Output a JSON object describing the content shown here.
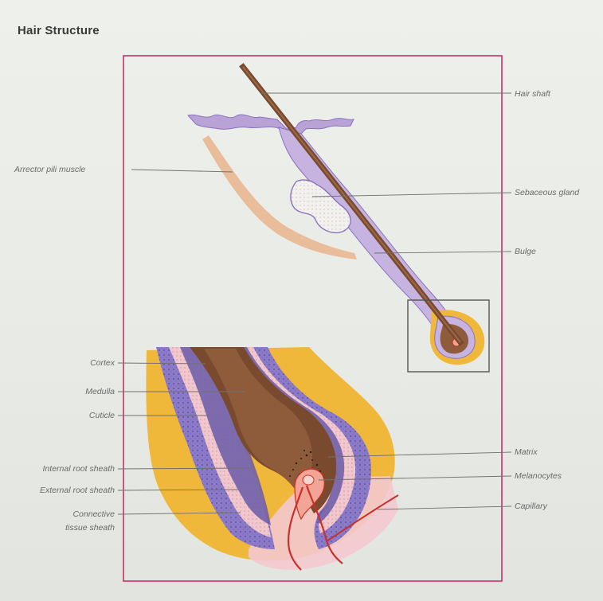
{
  "title": "Hair Structure",
  "labels": {
    "hair_shaft": "Hair shaft",
    "arrector_pili_muscle": "Arrector pili muscle",
    "sebaceous_gland": "Sebaceous gland",
    "bulge": "Bulge",
    "cortex": "Cortex",
    "medulla": "Medulla",
    "cuticle": "Cuticle",
    "internal_root_sheath": "Internal root sheath",
    "external_root_sheath": "External root sheath",
    "connective_tissue_sheath_1": "Connective",
    "connective_tissue_sheath_2": "tissue sheath",
    "matrix": "Matrix",
    "melanocytes": "Melanocytes",
    "capillary": "Capillary"
  },
  "colors": {
    "frame": "#c2336a",
    "epidermis": "#b9a3d6",
    "hair": "#7a4a2e",
    "muscle": "#e9b996",
    "connective": "#f0b83a",
    "external_sheath": "#8b7ac8",
    "inner_pink": "#f3c9cf",
    "capillary": "#c9302c"
  }
}
